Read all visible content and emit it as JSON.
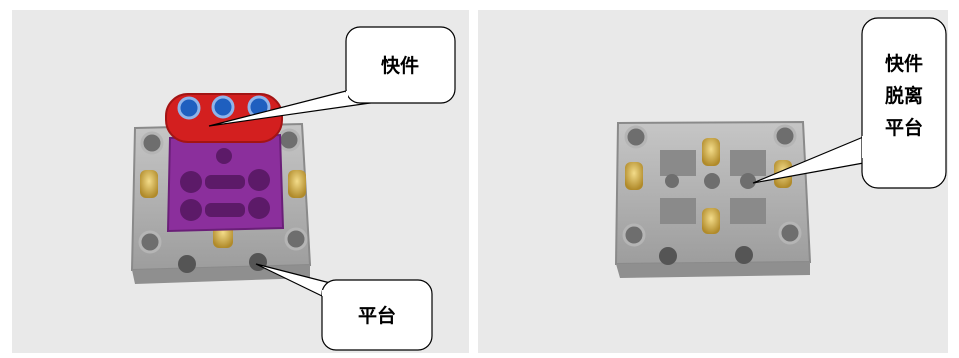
{
  "callouts": {
    "left_top": "快件",
    "left_bottom": "平台",
    "right_line1": "快件",
    "right_line2": "脱离",
    "right_line3": "平台"
  },
  "colors": {
    "background": "#e9e9e9",
    "platform_gray": "#a9a9a9",
    "connector_purple": "#8b2f9c",
    "beam_red": "#d31f1f",
    "pin_brass": "#d9b85a",
    "axle_blue": "#1f5fbf"
  }
}
